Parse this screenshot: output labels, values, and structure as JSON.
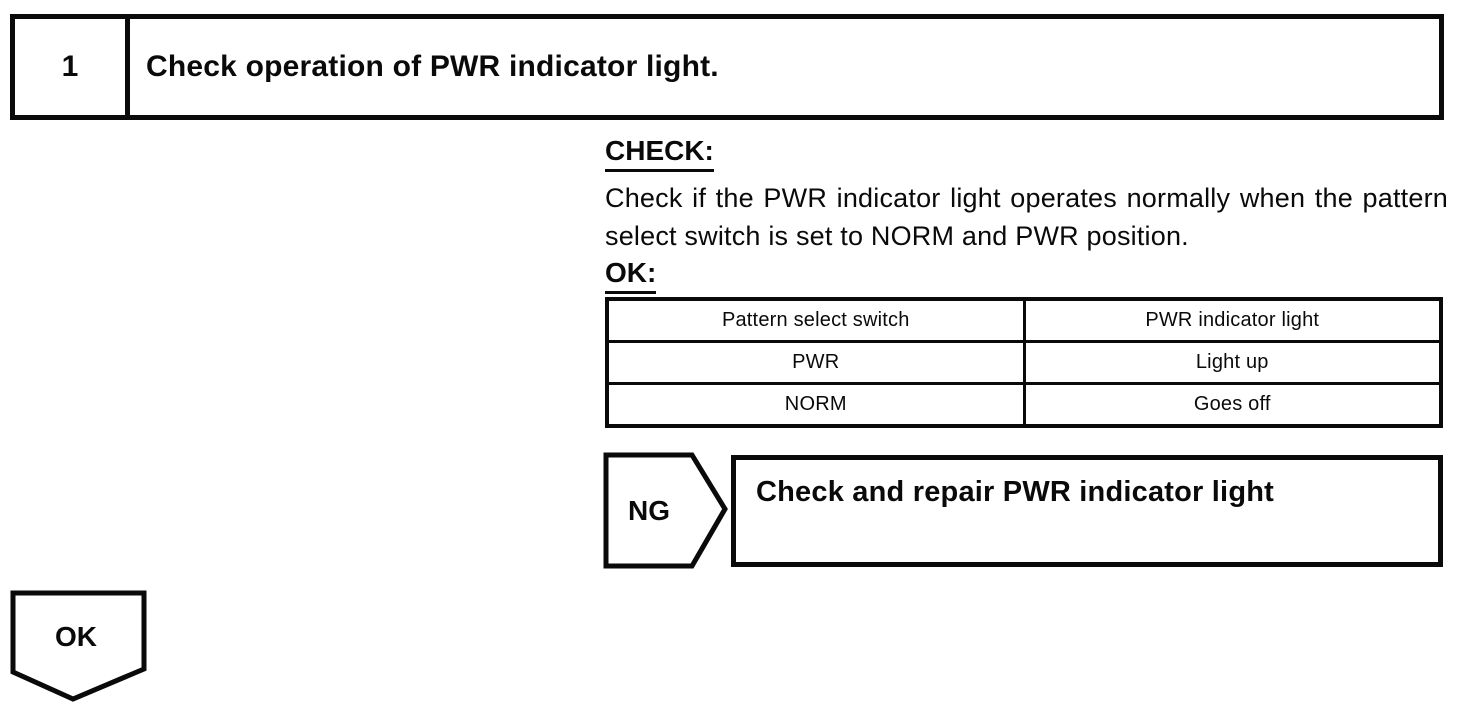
{
  "step_header": {
    "number": "1",
    "title": "Check operation of PWR indicator light."
  },
  "check_section": {
    "heading": "CHECK:",
    "body": "Check if the PWR indicator light operates normally when the pattern select switch is set to NORM and PWR position.",
    "ok_heading": "OK:"
  },
  "ok_table": {
    "headers": [
      "Pattern select switch",
      "PWR indicator light"
    ],
    "rows": [
      [
        "PWR",
        "Light up"
      ],
      [
        "NORM",
        "Goes off"
      ]
    ]
  },
  "ng_branch": {
    "label": "NG",
    "action": "Check and repair PWR indicator light"
  },
  "ok_branch": {
    "label": "OK"
  },
  "colors": {
    "ink": "#0a0a0a",
    "paper": "#ffffff"
  }
}
